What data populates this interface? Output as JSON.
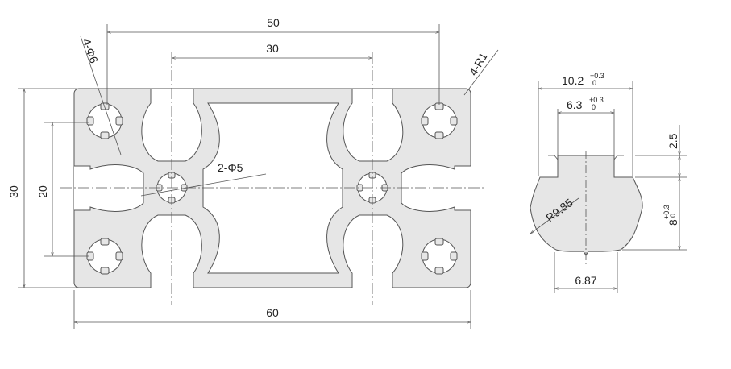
{
  "profile_drawing": {
    "dims": {
      "top_outer": "50",
      "top_inner": "30",
      "bottom": "60",
      "left_outer": "30",
      "left_inner": "20"
    },
    "callouts": {
      "holes": "4-Φ6",
      "center_holes": "2-Φ5",
      "radius": "4-R1"
    }
  },
  "groove_detail": {
    "width_outer": "10.2",
    "width_outer_tol_upper": "+0.3",
    "width_outer_tol_lower": "0",
    "width_inner": "6.3",
    "width_inner_tol_upper": "+0.3",
    "width_inner_tol_lower": "0",
    "depth_top": "2.5",
    "depth": "8",
    "depth_tol_upper": "+0.3",
    "depth_tol_lower": "0",
    "radius": "R9.85",
    "bottom_width": "6.87"
  },
  "colors": {
    "fill": "#e6e6e6",
    "line": "#555555"
  }
}
